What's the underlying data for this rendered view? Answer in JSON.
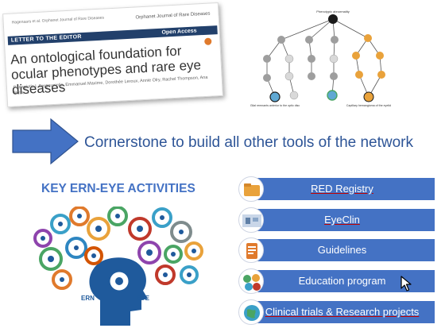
{
  "paper": {
    "journal_left": "Hagenaars et al. Orphanet Journal of Rare Diseases",
    "journal_right": "Orphanet Journal of\nRare Diseases",
    "banner_left": "LETTER TO THE EDITOR",
    "banner_right": "Open Access",
    "title": "An ontological foundation for ocular phenotypes and rare eye diseases",
    "authors": "Panagiotis I. Sergouniotis, Emmanuel Maxime, Dorothée Leroux, Annie Olry, Rachel Thompson, Ana Rath, ..."
  },
  "graph": {
    "root": "Phenotypic abnormality",
    "leaf_left": "Glial remnants anterior to the optic disc",
    "leaf_right": "Capillary hemangioma of the eyelid",
    "node_colors": [
      "#1a1a1a",
      "#9e9e9e",
      "#d9d9d9",
      "#e9a23b",
      "#5fa8d3",
      "#4aa564"
    ]
  },
  "cornerstone": "Cornerstone to build all other tools of the network",
  "key_title": "KEY ERN-EYE ACTIVITIES",
  "head_left": "ERN",
  "head_right": "EYE",
  "activities": [
    {
      "label": "RED Registry",
      "icon": "folder-icon"
    },
    {
      "label": "EyeClin",
      "icon": "clinic-icon"
    },
    {
      "label": "Guidelines",
      "icon": "clipboard-icon"
    },
    {
      "label": "Education program",
      "icon": "education-icon"
    },
    {
      "label": "Clinical trials & Research projects",
      "icon": "globe-icon"
    }
  ],
  "colors": {
    "accent": "#4472c4",
    "text_blue": "#2e5597",
    "paper_banner": "#22406b"
  }
}
